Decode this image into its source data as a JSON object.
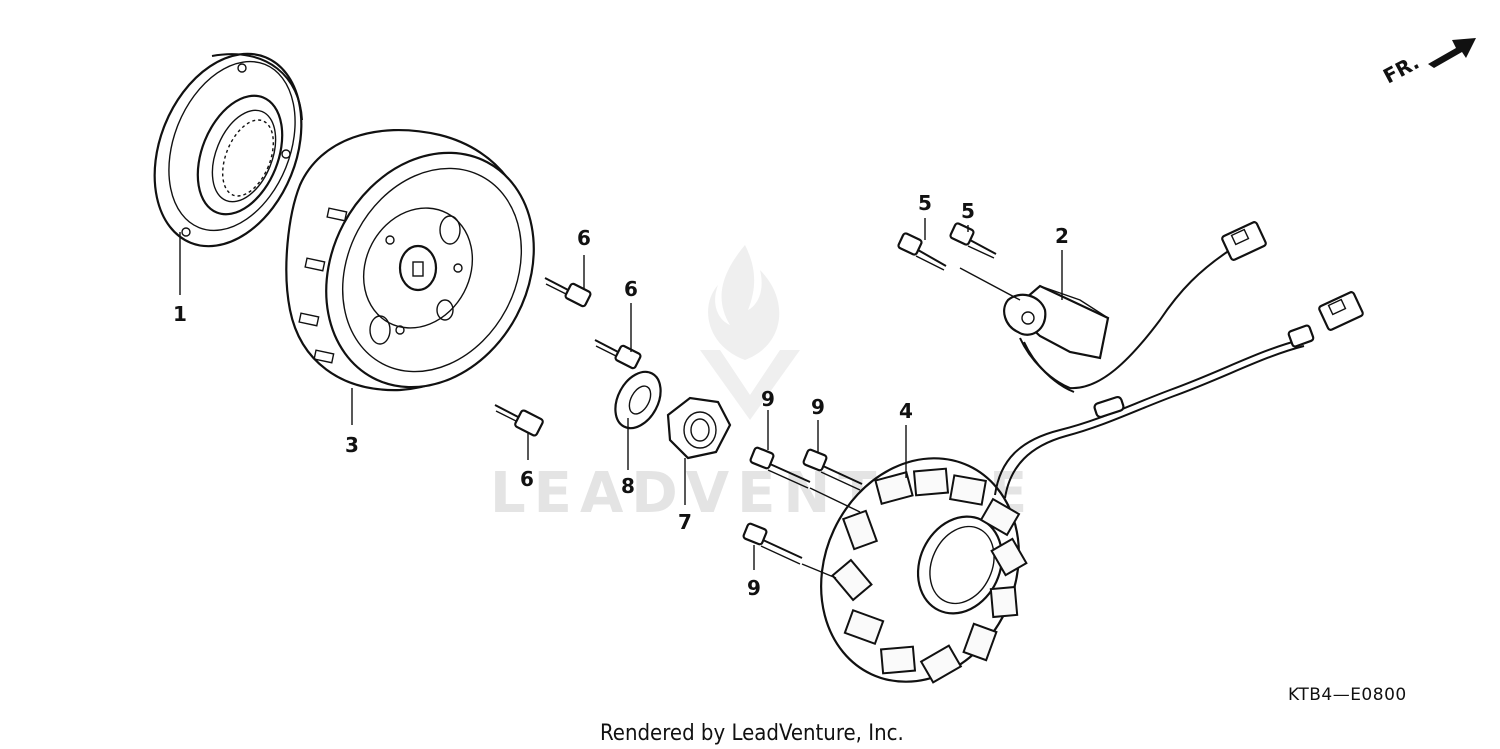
{
  "direction_label": "FR.",
  "diagram_code": "KTB4—E0800",
  "footer": "Rendered by LeadVenture, Inc.",
  "watermark": "LEADVENTURE",
  "callouts": {
    "c1": "1",
    "c2": "2",
    "c3": "3",
    "c4": "4",
    "c5a": "5",
    "c5b": "5",
    "c6a": "6",
    "c6b": "6",
    "c6c": "6",
    "c7": "7",
    "c8": "8",
    "c9a": "9",
    "c9b": "9",
    "c9c": "9"
  }
}
